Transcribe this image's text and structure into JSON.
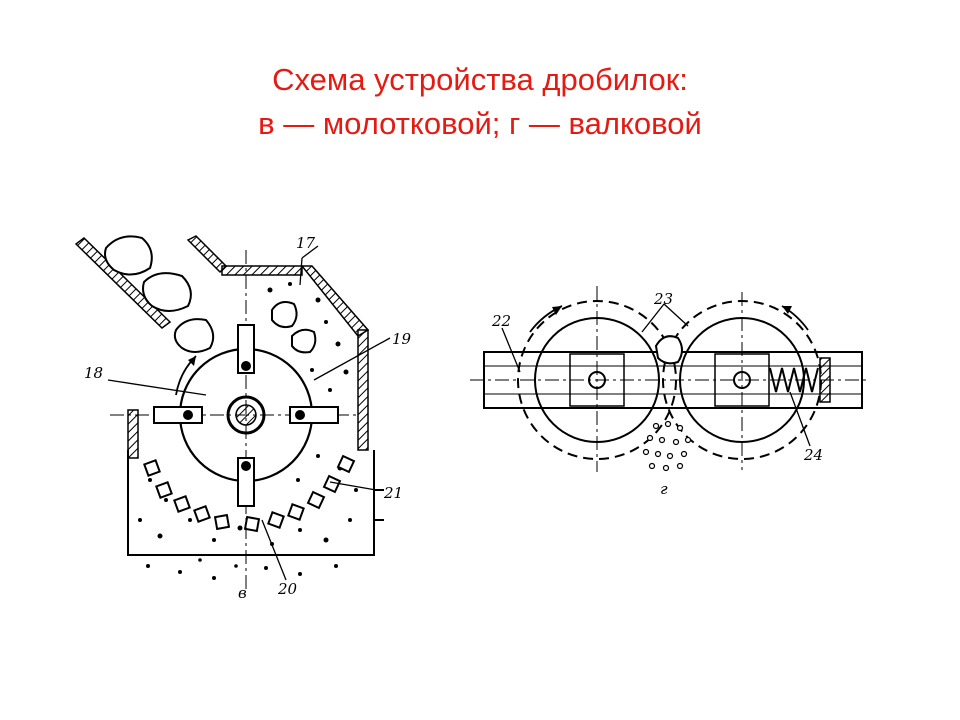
{
  "slide": {
    "title_line1": "Схема устройства дробилок:",
    "title_line2": "в — молотковой; г — валковой",
    "accent_color": "#e41b13"
  },
  "hammer_crusher": {
    "caption": "в",
    "labels": {
      "l17": "17",
      "l18": "18",
      "l19": "19",
      "l20": "20",
      "l21": "21"
    }
  },
  "roll_crusher": {
    "caption": "г",
    "labels": {
      "l22": "22",
      "l23": "23",
      "l24": "24"
    }
  }
}
